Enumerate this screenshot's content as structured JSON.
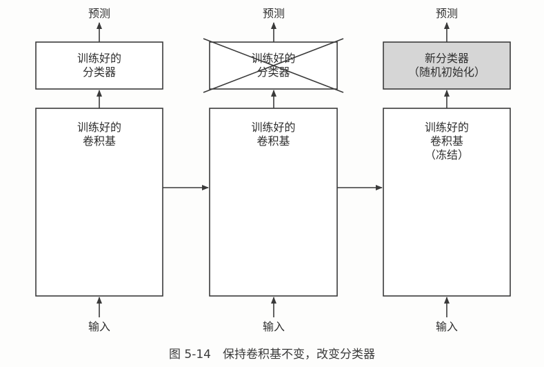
{
  "colors": {
    "line": "#3a3a3a",
    "box_fill": "#ffffff",
    "new_classifier_fill": "#d6d6d6"
  },
  "columns": [
    {
      "prediction": "预测",
      "classifier": {
        "line1": "训练好的",
        "line2": "分类器",
        "crossed_out": false,
        "shaded": false
      },
      "conv_base": {
        "line1": "训练好的",
        "line2": "卷积基",
        "line3": ""
      },
      "input": "输入"
    },
    {
      "prediction": "预测",
      "classifier": {
        "line1": "训练好的",
        "line2": "分类器",
        "crossed_out": true,
        "shaded": false
      },
      "conv_base": {
        "line1": "训练好的",
        "line2": "卷积基",
        "line3": ""
      },
      "input": "输入"
    },
    {
      "prediction": "预测",
      "classifier": {
        "line1": "新分类器",
        "line2": "（随机初始化）",
        "crossed_out": false,
        "shaded": true
      },
      "conv_base": {
        "line1": "训练好的",
        "line2": "卷积基",
        "line3": "（冻结）"
      },
      "input": "输入"
    }
  ],
  "caption": "图 5-14　保持卷积基不变，改变分类器"
}
